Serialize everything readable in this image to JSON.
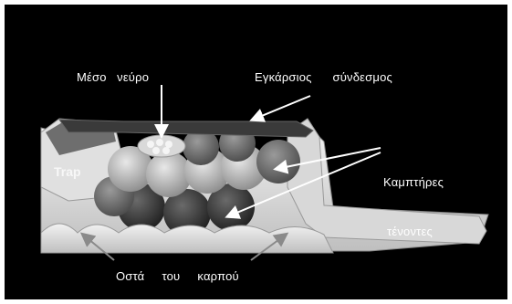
{
  "labels": {
    "median_nerve": "Μέσο   νεύρο",
    "transverse_ligament": "Εγκάρσιος      σύνδεσμος",
    "flexor_line1": "Καμπτήρες",
    "flexor_line2": "τένοντες",
    "carpal_bones": "Οστά     του     καρπού",
    "trap": "Trap"
  },
  "colors": {
    "background": "#000000",
    "bone": "#e6e6e6",
    "tendon_light": "#bdbdbd",
    "tendon_dark": "#4a4a4a",
    "ligament": "#3a3a3a",
    "arrow": "#ffffff"
  }
}
